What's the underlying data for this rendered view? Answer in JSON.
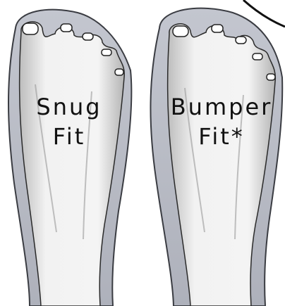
{
  "panels": [
    {
      "id": "left",
      "label_line1": "Snug",
      "label_line2": "Fit"
    },
    {
      "id": "right",
      "label_line1": "Bumper",
      "label_line2": "Fit*"
    }
  ],
  "colors": {
    "background": "#ffffff",
    "sole_fill": "#b9bcc6",
    "sole_outline": "#3a3c42",
    "skin": "#f2f2f2",
    "shading": "#9a9a9a",
    "ink": "#111111"
  },
  "icons": {
    "left_foot": "foot-icon",
    "right_foot": "foot-icon",
    "corner_arc": "arc-line"
  }
}
